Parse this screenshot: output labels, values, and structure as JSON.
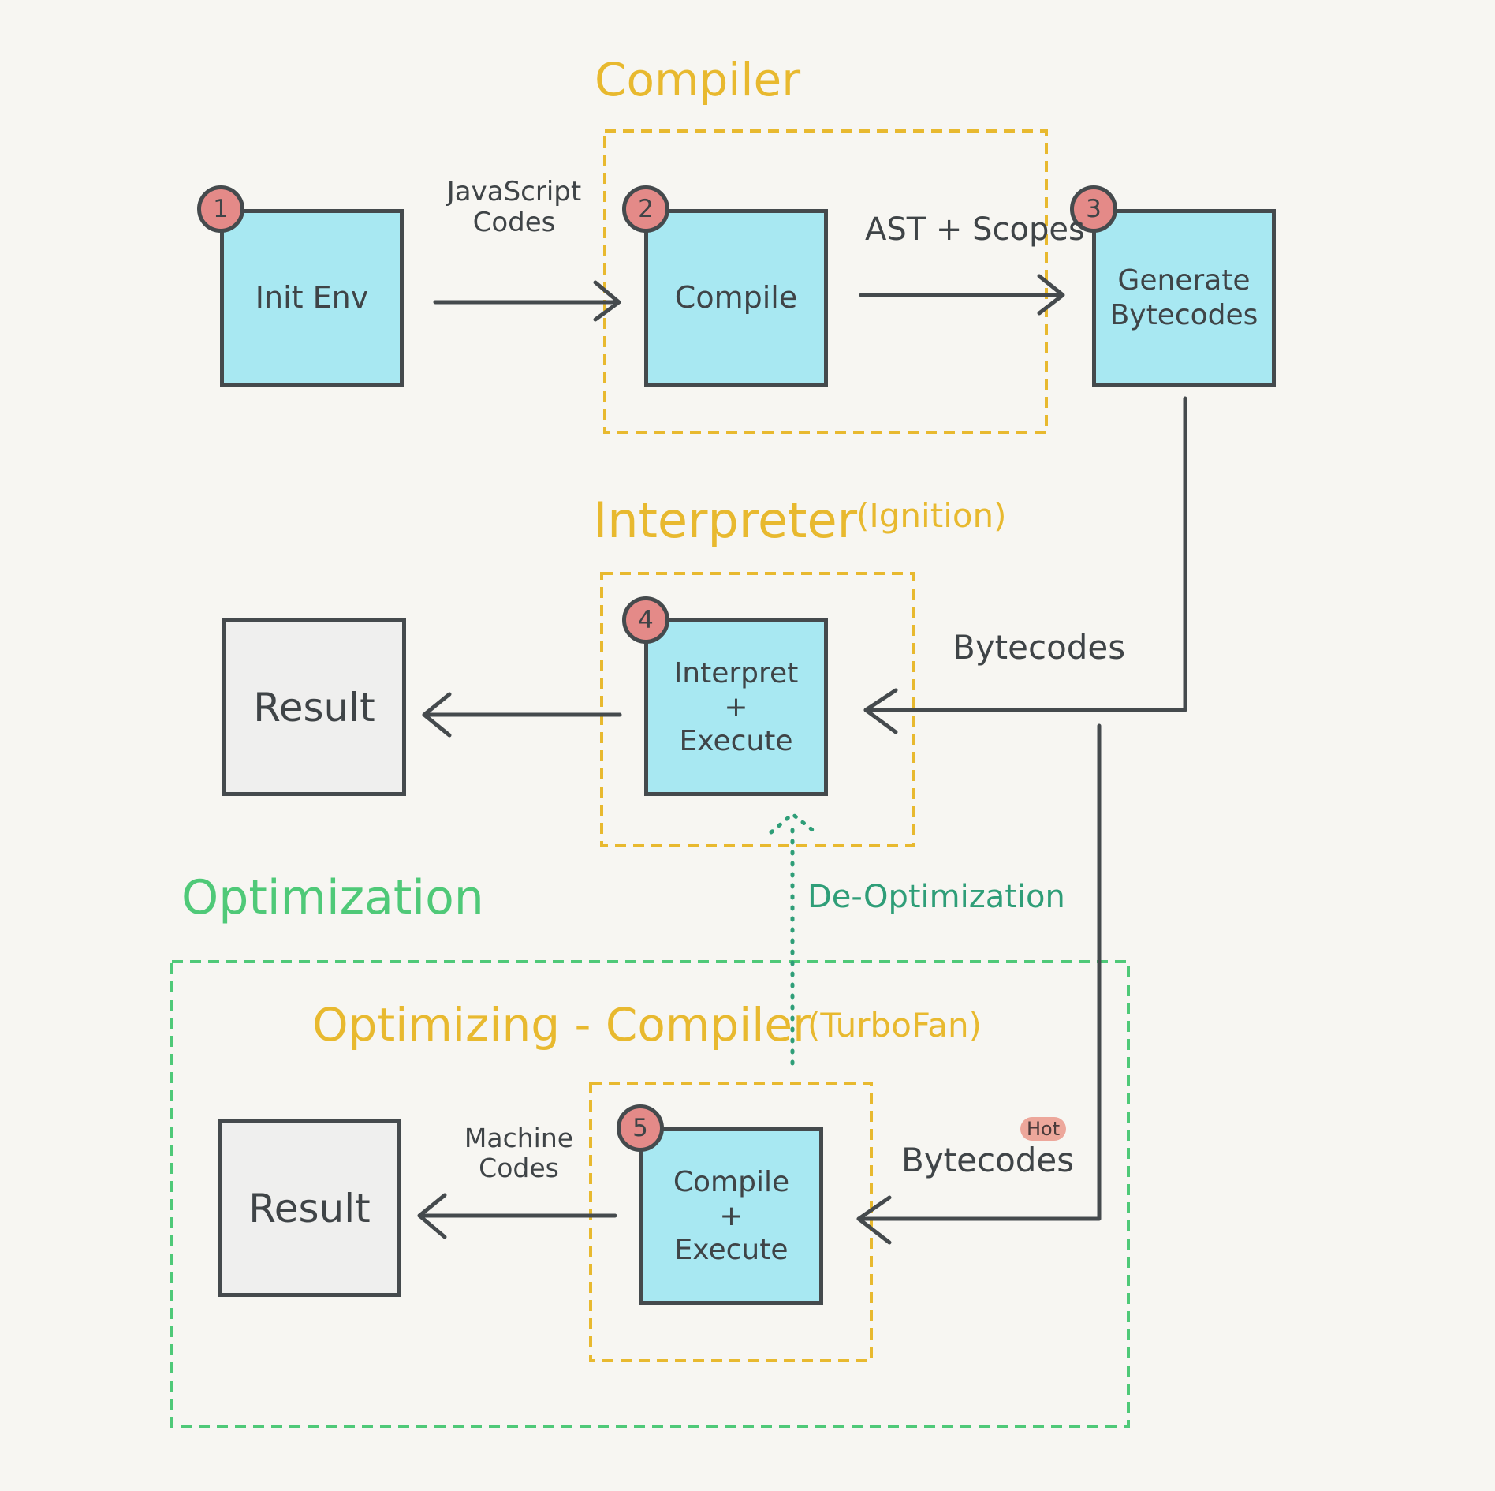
{
  "sections": {
    "compiler": "Compiler",
    "interpreter": "Interpreter",
    "interpreter_note": "(Ignition)",
    "optimization": "Optimization",
    "optimizing_compiler": "Optimizing - Compiler",
    "optimizing_note": "(TurboFan)"
  },
  "steps": [
    {
      "number": "1",
      "lines": [
        "Init Env"
      ]
    },
    {
      "number": "2",
      "lines": [
        "Compile"
      ]
    },
    {
      "number": "3",
      "lines": [
        "Generate",
        "Bytecodes"
      ]
    },
    {
      "number": "4",
      "lines": [
        "Interpret",
        "+",
        "Execute"
      ]
    },
    {
      "number": "5",
      "lines": [
        "Compile",
        "+",
        "Execute"
      ]
    }
  ],
  "results": [
    "Result",
    "Result"
  ],
  "edge_labels": {
    "javascript_codes": [
      "JavaScript",
      "Codes"
    ],
    "ast_scopes": "AST + Scopes",
    "bytecodes": "Bytecodes",
    "de_optimization": "De-Optimization",
    "hot": "Hot",
    "hot_bytecodes": "Bytecodes",
    "machine_codes": [
      "Machine",
      "Codes"
    ]
  },
  "colors": {
    "background": "#f7f6f2",
    "box_fill": "#a8e8f2",
    "result_fill": "#efefee",
    "badge_fill": "#e48a88",
    "stroke": "#454a4d",
    "compiler_yellow": "#e8b92f",
    "optimization_green": "#4fc978",
    "deopt_teal": "#2f9e78"
  }
}
